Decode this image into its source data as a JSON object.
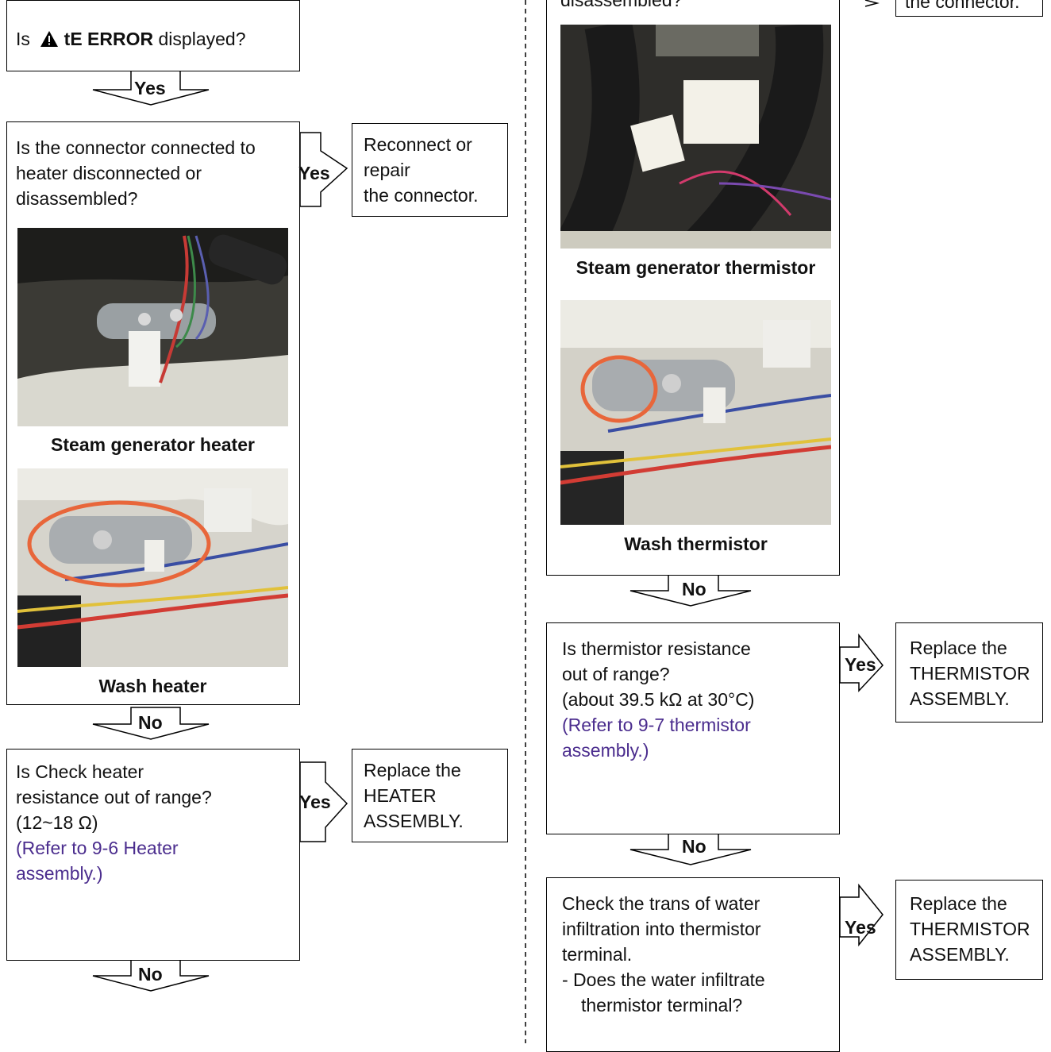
{
  "left": {
    "q1": {
      "prefix": "Is ",
      "error_code": "tE ERROR",
      "suffix": " displayed?"
    },
    "q1_arrow": "Yes",
    "q2": {
      "line1": "Is the connector connected to",
      "line2": "heater disconnected or",
      "line3": "disassembled?"
    },
    "q2_yes": "Yes",
    "a2": {
      "line1": "Reconnect or",
      "line2": "repair",
      "line3": "the connector."
    },
    "photo1_caption": "Steam generator heater",
    "photo2_caption": "Wash heater",
    "q2_arrow": "No",
    "q3": {
      "line1": "Is Check heater",
      "line2": "resistance out of range?",
      "line3": "(12~18 Ω)",
      "ref1": "(Refer to 9-6 Heater",
      "ref2": "assembly.)"
    },
    "q3_yes": "Yes",
    "a3": {
      "line1": "Replace the",
      "line2": "HEATER",
      "line3": "ASSEMBLY."
    },
    "q3_arrow": "No"
  },
  "right": {
    "q_top_partial": "disassembled?",
    "a_top_partial": "the connector.",
    "photo1_caption": "Steam generator thermistor",
    "photo2_caption": "Wash thermistor",
    "q_top_arrow": "No",
    "q2": {
      "line1": "Is thermistor resistance",
      "line2": "out of range?",
      "line3": "(about 39.5 kΩ at 30°C)",
      "ref1": "(Refer to 9-7 thermistor",
      "ref2": "assembly.)"
    },
    "q2_yes": "Yes",
    "a2": {
      "line1": "Replace the",
      "line2": "THERMISTOR",
      "line3": "ASSEMBLY."
    },
    "q2_arrow": "No",
    "q3": {
      "line1": "Check the trans of water",
      "line2": "infiltration into thermistor",
      "line3": "terminal.",
      "bullet1": "-  Does the water infiltrate",
      "bullet2": "thermistor terminal?"
    },
    "q3_yes": "Yes",
    "a3": {
      "line1": "Replace the",
      "line2": "THERMISTOR",
      "line3": "ASSEMBLY."
    }
  },
  "colors": {
    "highlight_circle": "#e8663a",
    "reference_text": "#4b2d8e"
  }
}
